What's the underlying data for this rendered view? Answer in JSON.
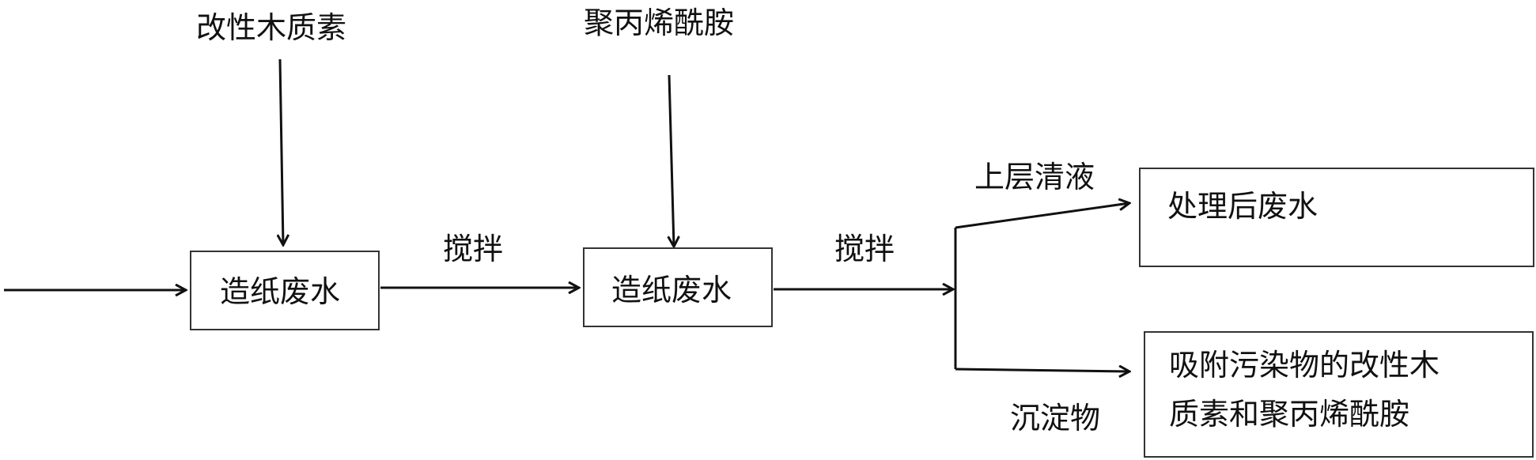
{
  "inputs": {
    "lignin": "改性木质素",
    "pam": "聚丙烯酰胺"
  },
  "boxes": {
    "wastewater_1": "造纸废水",
    "wastewater_2": "造纸废水",
    "treated": "处理后废水",
    "sediment_line1": "吸附污染物的改性木",
    "sediment_line2": "质素和聚丙烯酰胺"
  },
  "edges": {
    "stir_1": "搅拌",
    "stir_2": "搅拌",
    "supernatant": "上层清液",
    "precipitate": "沉淀物"
  }
}
